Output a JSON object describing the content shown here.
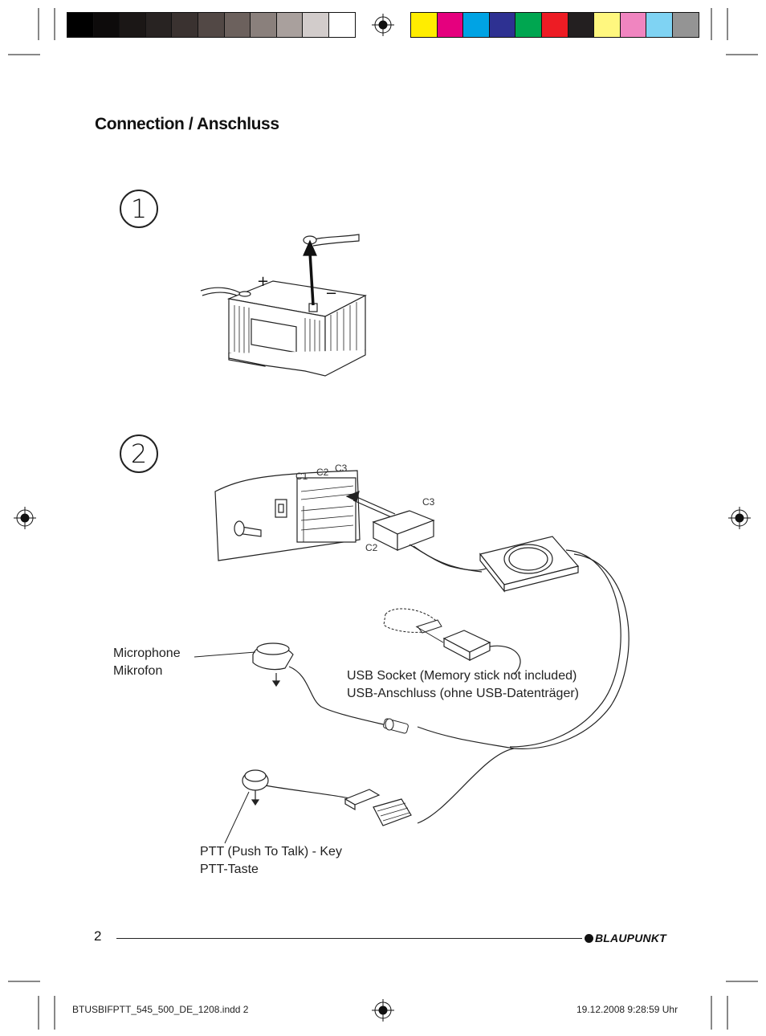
{
  "color_bar": {
    "grays": [
      "#000000",
      "#0d0b0b",
      "#1b1716",
      "#282322",
      "#3a3230",
      "#524845",
      "#6c615d",
      "#8a807c",
      "#a9a09d",
      "#d2cccb",
      "#ffffff"
    ],
    "colors": [
      "#ffed00",
      "#e5007e",
      "#00a3e4",
      "#2e3192",
      "#00a650",
      "#ed1c24",
      "#231f20",
      "#fff77f",
      "#f085c0",
      "#7fd3f3",
      "#949494"
    ]
  },
  "heading": "Connection / Anschluss",
  "steps": [
    "1",
    "2"
  ],
  "diagram": {
    "connectors": {
      "c1": "C1",
      "c2_top": "C2",
      "c3_top": "C3",
      "c3": "C3",
      "c2": "C2"
    },
    "microphone": [
      "Microphone",
      "Mikrofon"
    ],
    "usb": [
      "USB Socket (Memory stick not included)",
      "USB-Anschluss (ohne USB-Datenträger)"
    ],
    "ptt": [
      "PTT (Push To Talk) - Key",
      "PTT-Taste"
    ]
  },
  "footer": {
    "page_number": "2",
    "brand": "BLAUPUNKT",
    "file_name": "BTUSBIFPTT_545_500_DE_1208.indd   2",
    "date_time": "19.12.2008   9:28:59 Uhr"
  }
}
